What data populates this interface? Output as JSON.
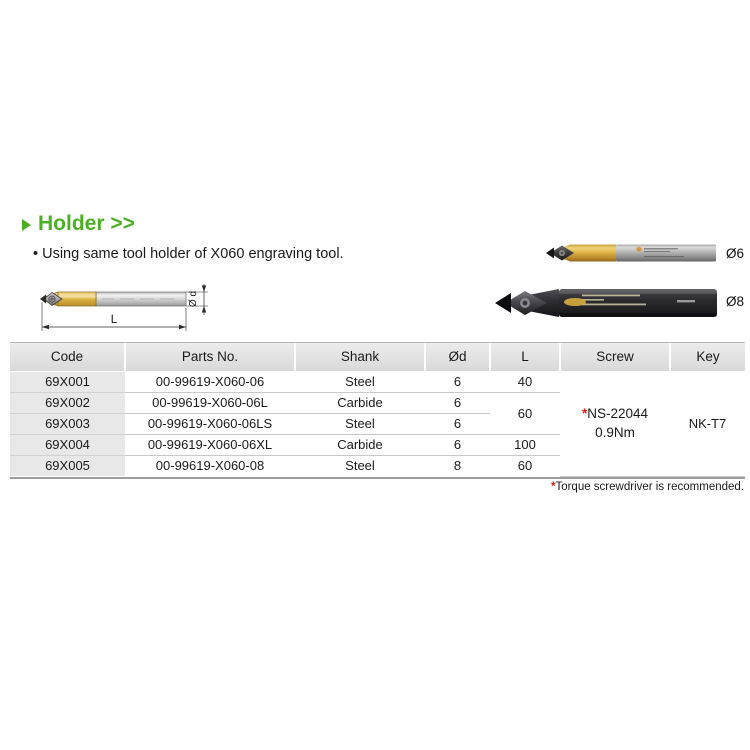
{
  "section": {
    "title": "Holder >>",
    "bullet_icon": "triangle-right-icon",
    "accent_color": "#4cb024",
    "note": "• Using same tool holder of X060 engraving tool."
  },
  "drawing": {
    "label_length": "L",
    "label_diameter": "Ø d"
  },
  "photos": [
    {
      "name": "holder-photo-d6",
      "diameter_label": "Ø6",
      "finish": "gold-steel"
    },
    {
      "name": "holder-photo-d8",
      "diameter_label": "Ø8",
      "finish": "black"
    }
  ],
  "table": {
    "headers": [
      "Code",
      "Parts No.",
      "Shank",
      "Ød",
      "L",
      "Screw",
      "Key"
    ],
    "rows": [
      {
        "code": "69X001",
        "parts_no": "00-99619-X060-06",
        "shank": "Steel",
        "od": "6",
        "l": "40"
      },
      {
        "code": "69X002",
        "parts_no": "00-99619-X060-06L",
        "shank": "Carbide",
        "od": "6",
        "l": "60"
      },
      {
        "code": "69X003",
        "parts_no": "00-99619-X060-06LS",
        "shank": "Steel",
        "od": "6",
        "l": ""
      },
      {
        "code": "69X004",
        "parts_no": "00-99619-X060-06XL",
        "shank": "Carbide",
        "od": "6",
        "l": "100"
      },
      {
        "code": "69X005",
        "parts_no": "00-99619-X060-08",
        "shank": "Steel",
        "od": "8",
        "l": "60"
      }
    ],
    "screw": {
      "asterisk": "*",
      "code": "NS-22044",
      "torque": "0.9Nm"
    },
    "key": "NK-T7"
  },
  "footnote": {
    "asterisk": "*",
    "text": "Torque screwdriver is recommended."
  },
  "colors": {
    "accent_green": "#4cb024",
    "asterisk_red": "#e01b15",
    "header_grey": "#e4e4e4",
    "code_cell_grey": "#e8e8e8"
  }
}
